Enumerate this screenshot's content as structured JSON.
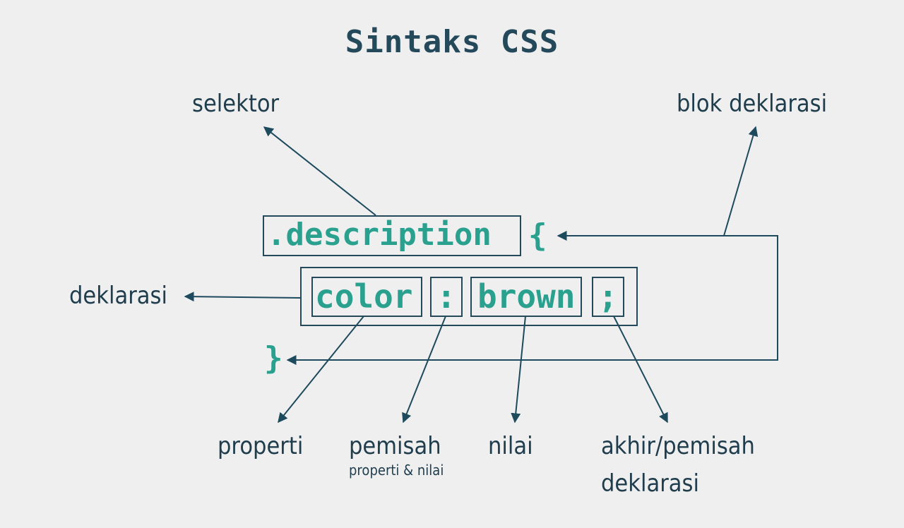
{
  "title": "Sintaks CSS",
  "code": {
    "selector": ".description",
    "open_brace": "{",
    "close_brace": "}",
    "property": "color",
    "colon": ":",
    "value": "brown",
    "semicolon": ";"
  },
  "labels": {
    "selector": "selektor",
    "declaration_block": "blok deklarasi",
    "declaration": "deklarasi",
    "property": "properti",
    "separator": "pemisah",
    "separator_sub": "properti & nilai",
    "value": "nilai",
    "end_line1": "akhir/pemisah",
    "end_line2": "deklarasi"
  },
  "colors": {
    "background": "#efefef",
    "code": "#2aa08f",
    "lines": "#1d4a5c",
    "text": "#1f3d4c"
  }
}
